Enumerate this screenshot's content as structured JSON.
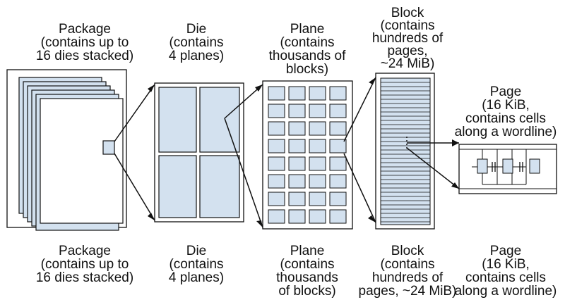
{
  "top_labels": {
    "package": [
      "Package",
      "(contains up to",
      "16 dies stacked)"
    ],
    "die": [
      "Die",
      "(contains",
      "4 planes)"
    ],
    "plane": [
      "Plane",
      "(contains",
      "thousands of",
      "blocks)"
    ],
    "block": [
      "Block",
      "(contains",
      "hundreds of",
      "pages,",
      "~24 MiB)"
    ],
    "page": [
      "Page",
      "(16 KiB,",
      "contains cells",
      "along a wordline)"
    ]
  },
  "bottom_labels": {
    "package": [
      "Package",
      "(contains up to",
      "16 dies stacked)"
    ],
    "die": [
      "Die",
      "(contains",
      "4 planes)"
    ],
    "plane": [
      "Plane",
      "(contains",
      "thousands",
      "of blocks)"
    ],
    "block": [
      "Block",
      "(contains",
      "hundreds of",
      "pages, ~24 MiB)"
    ],
    "page": [
      "Page",
      "(16 KiB,",
      "contains cells",
      "along a wordline)"
    ]
  },
  "colors": {
    "fill": "#d3e1ef",
    "stroke": "#111111",
    "background": "#ffffff"
  }
}
